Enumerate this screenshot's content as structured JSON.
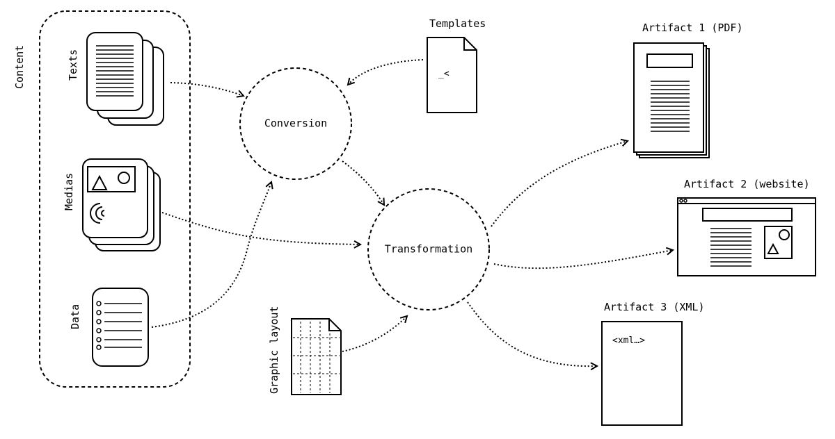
{
  "labels": {
    "content": "Content",
    "texts": "Texts",
    "medias": "Medias",
    "data": "Data",
    "templates": "Templates",
    "template_glyph": "_<",
    "graphic_layout": "Graphic layout",
    "conversion": "Conversion",
    "transformation": "Transformation",
    "artifact_pdf": "Artifact 1 (PDF)",
    "artifact_website": "Artifact 2 (website)",
    "artifact_xml": "Artifact 3 (XML)",
    "xml_snippet": "<xml…>"
  },
  "icons": {
    "texts": "stacked-text-pages-icon",
    "medias": "stacked-media-cards-icon",
    "data": "data-list-icon",
    "templates": "template-file-icon",
    "graphic_layout": "grid-layout-file-icon",
    "pdf": "stacked-pdf-pages-icon",
    "website": "browser-window-icon",
    "xml": "xml-document-icon"
  }
}
